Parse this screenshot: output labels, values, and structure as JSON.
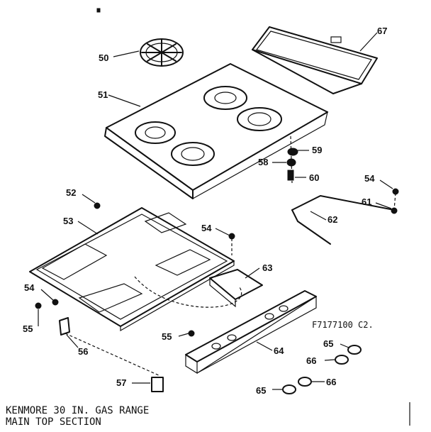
{
  "diagram": {
    "code": "F7177100 C2.",
    "caption_line1": "KENMORE 30 IN. GAS RANGE",
    "caption_line2": "MAIN TOP SECTION",
    "labels": {
      "l50": "50",
      "l51": "51",
      "l67": "67",
      "l59": "59",
      "l58": "58",
      "l60": "60",
      "l52": "52",
      "l53": "53",
      "l54a": "54",
      "l54b": "54",
      "l54c": "54",
      "l61": "61",
      "l62": "62",
      "l63": "63",
      "l55a": "55",
      "l55b": "55",
      "l56": "56",
      "l57": "57",
      "l64": "64",
      "l65a": "65",
      "l65b": "65",
      "l66a": "66",
      "l66b": "66"
    }
  }
}
